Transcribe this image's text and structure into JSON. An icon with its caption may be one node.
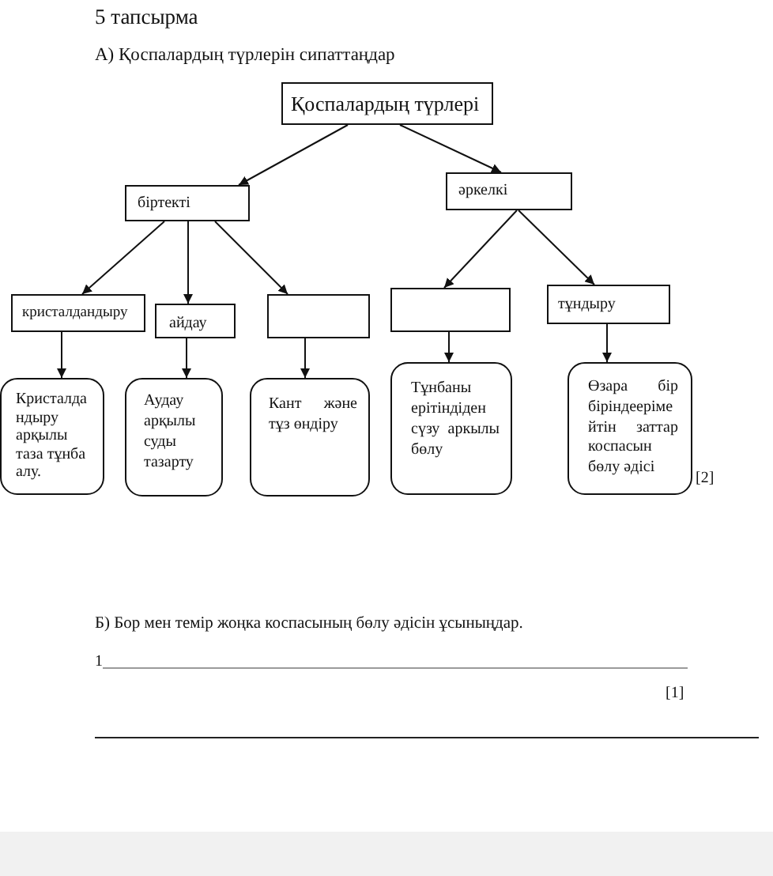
{
  "diagram": {
    "title": "5 тапсырма",
    "nodes": [
      {
        "text": [
          "Қоспалардың түрлері"
        ]
      },
      {
        "text": [
          "біртекті"
        ]
      },
      {
        "text": [
          "әркелкі"
        ]
      },
      {
        "text": [
          "кристалдандыру"
        ]
      },
      {
        "text": [
          "айдау"
        ]
      },
      {
        "text": [],
        "shape": "box"
      },
      {
        "text": [],
        "shape": "box"
      },
      {
        "text": [
          "тұндыру"
        ]
      },
      {
        "text": [
          "Кристалда ндыру арқылы таза тұнба алу."
        ]
      },
      {
        "text": [
          "Аудау арқылы суды тазарту"
        ]
      },
      {
        "text": [
          "Кант және тұз өндіру"
        ]
      },
      {
        "text": [
          "Тұнбаны ерітіндіден сүзу аркылы бөлу"
        ]
      },
      {
        "text": [
          "Өзара бір біріндееріме йтін заттар коспасын бөлу әдісі"
        ]
      }
    ],
    "edges": [
      {
        "from": 0,
        "to": 1,
        "arrow": "to"
      },
      {
        "from": 0,
        "to": 2,
        "arrow": "to"
      },
      {
        "from": 1,
        "to": 3,
        "arrow": "to"
      },
      {
        "from": 1,
        "to": 4,
        "arrow": "to"
      },
      {
        "from": 1,
        "to": 5,
        "arrow": "to"
      },
      {
        "from": 2,
        "to": 6,
        "arrow": "to"
      },
      {
        "from": 2,
        "to": 7,
        "arrow": "to"
      },
      {
        "from": 3,
        "to": 8,
        "arrow": "to"
      },
      {
        "from": 4,
        "to": 9,
        "arrow": "to"
      },
      {
        "from": 5,
        "to": 10,
        "arrow": "to"
      },
      {
        "from": 6,
        "to": 11,
        "arrow": "to"
      },
      {
        "from": 7,
        "to": 12,
        "arrow": "to"
      }
    ],
    "labels": [
      "А) Қоспалардың түрлерін сипаттаңдар",
      "[2]",
      "Б) Бор мен темір жоңка коспасының бөлу әдісін ұсыныңдар.",
      "1",
      "[1]"
    ]
  }
}
